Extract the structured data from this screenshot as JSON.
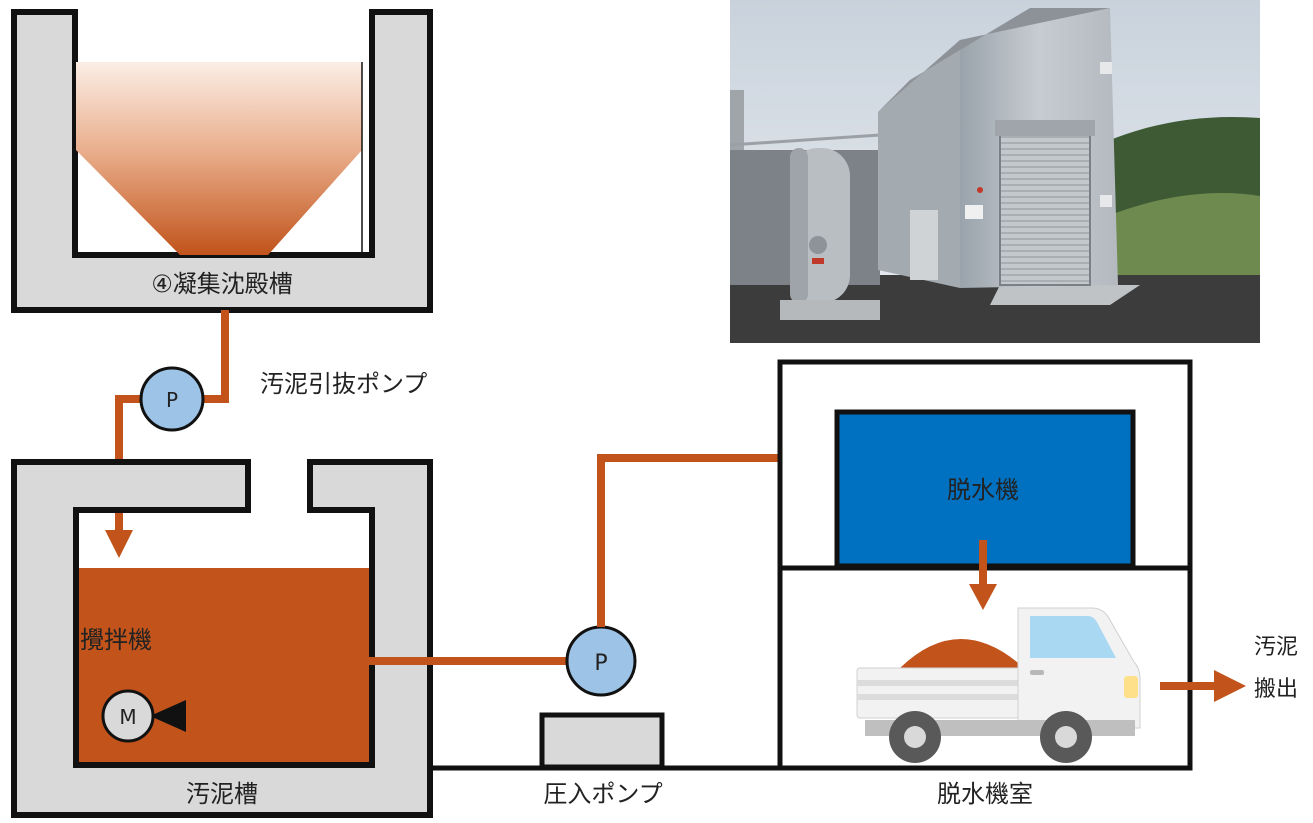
{
  "labels": {
    "coag_tank": "④凝集沈殿槽",
    "sludge_pump": "汚泥引抜ポンプ",
    "stirrer": "攪拌機",
    "motor": "M",
    "sludge_tank": "汚泥槽",
    "pressure_pump": "圧入ポンプ",
    "pump_symbol": "P",
    "dehydrator": "脱水機",
    "dehydrator_room": "脱水機室",
    "sludge_out_line1": "汚泥",
    "sludge_out_line2": "搬出"
  },
  "colors": {
    "pipe": "#c1531b",
    "sludge": "#c1531b",
    "concrete": "#d9d9d9",
    "dehydrator": "#0070c0",
    "pump": "#9dc3e6",
    "truck_body": "#f2f2f2",
    "truck_window": "#a9d8f2"
  }
}
